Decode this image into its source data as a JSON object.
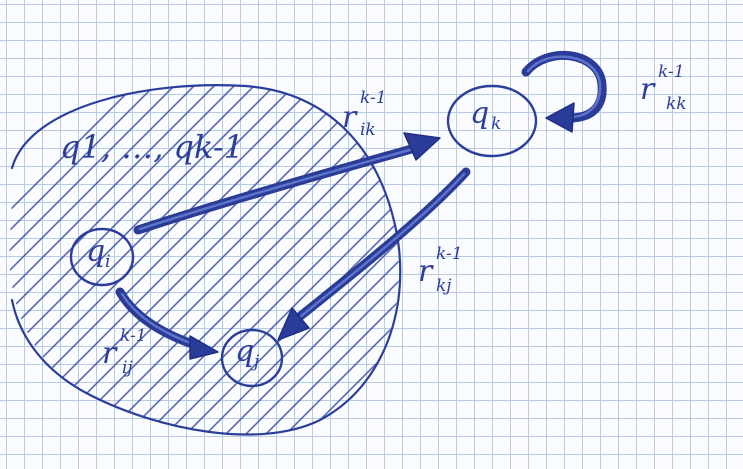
{
  "diagram": {
    "set_label": "q1, …, qk-1",
    "nodes": {
      "qi": {
        "symbol": "q",
        "sub": "i"
      },
      "qj": {
        "symbol": "q",
        "sub": "j"
      },
      "qk": {
        "symbol": "q",
        "sub": "k"
      }
    },
    "edges": {
      "ik": {
        "symbol": "r",
        "sup": "k-1",
        "sub": "ik"
      },
      "kk": {
        "symbol": "r",
        "sup": "k-1",
        "sub": "kk"
      },
      "kj": {
        "symbol": "r",
        "sup": "k-1",
        "sub": "kj"
      },
      "ij": {
        "symbol": "r",
        "sup": "k-1",
        "sub": "ij"
      }
    }
  },
  "colors": {
    "ink": "#2c3e9b",
    "grid": "#b9cbe3",
    "paper": "#fbfcff"
  }
}
